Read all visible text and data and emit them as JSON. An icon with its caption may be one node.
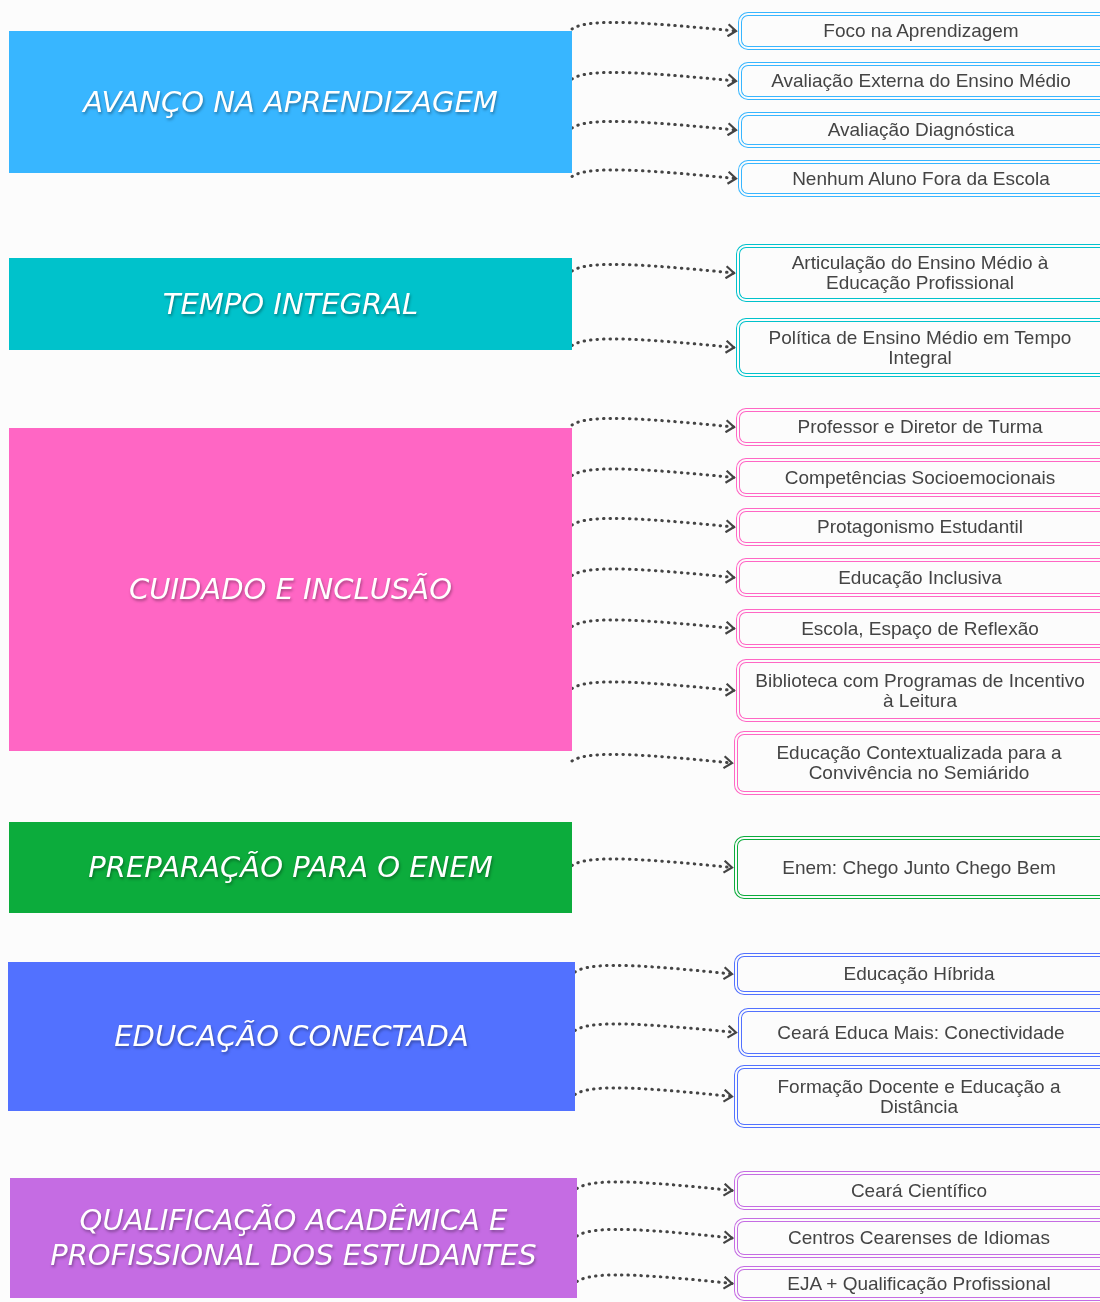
{
  "diagram": {
    "nodes": [
      {
        "text": [
          "AVANÇO NA APRENDIZAGEM"
        ]
      },
      {
        "text": [
          "Foco na Aprendizagem"
        ]
      },
      {
        "text": [
          "Avaliação Externa do Ensino Médio"
        ]
      },
      {
        "text": [
          "Avaliação Diagnóstica"
        ]
      },
      {
        "text": [
          "Nenhum Aluno Fora da Escola"
        ]
      },
      {
        "text": [
          "TEMPO INTEGRAL"
        ]
      },
      {
        "text": [
          "Articulação do Ensino Médio à Educação Profissional"
        ]
      },
      {
        "text": [
          "Política de Ensino Médio em Tempo Integral"
        ]
      },
      {
        "text": [
          "CUIDADO E INCLUSÃO"
        ]
      },
      {
        "text": [
          "Professor e Diretor de Turma"
        ]
      },
      {
        "text": [
          "Competências Socioemocionais"
        ]
      },
      {
        "text": [
          "Protagonismo Estudantil"
        ]
      },
      {
        "text": [
          "Educação Inclusiva"
        ]
      },
      {
        "text": [
          "Escola, Espaço de Reflexão"
        ]
      },
      {
        "text": [
          "Biblioteca com Programas de Incentivo à Leitura"
        ]
      },
      {
        "text": [
          "Educação Contextualizada para a Convivência no Semiárido"
        ]
      },
      {
        "text": [
          "PREPARAÇÃO PARA O ENEM"
        ]
      },
      {
        "text": [
          "Enem: Chego Junto Chego Bem"
        ]
      },
      {
        "text": [
          "EDUCAÇÃO CONECTADA"
        ]
      },
      {
        "text": [
          "Educação Híbrida"
        ]
      },
      {
        "text": [
          "Ceará Educa Mais: Conectividade"
        ]
      },
      {
        "text": [
          "Formação Docente e Educação a Distância"
        ]
      },
      {
        "text": [
          "QUALIFICAÇÃO ACADÊMICA E PROFISSIONAL DOS ESTUDANTES"
        ]
      },
      {
        "text": [
          "Ceará Científico"
        ]
      },
      {
        "text": [
          "Centros Cearenses de Idiomas"
        ]
      },
      {
        "text": [
          "EJA + Qualificação Profissional"
        ]
      }
    ],
    "edges": [
      {
        "from": 0,
        "to": 1,
        "arrow": "to",
        "style": "dashed"
      },
      {
        "from": 0,
        "to": 2,
        "arrow": "to",
        "style": "dashed"
      },
      {
        "from": 0,
        "to": 3,
        "arrow": "to",
        "style": "dashed"
      },
      {
        "from": 0,
        "to": 4,
        "arrow": "to",
        "style": "dashed"
      },
      {
        "from": 5,
        "to": 6,
        "arrow": "to",
        "style": "dashed"
      },
      {
        "from": 5,
        "to": 7,
        "arrow": "to",
        "style": "dashed"
      },
      {
        "from": 8,
        "to": 9,
        "arrow": "to",
        "style": "dashed"
      },
      {
        "from": 8,
        "to": 10,
        "arrow": "to",
        "style": "dashed"
      },
      {
        "from": 8,
        "to": 11,
        "arrow": "to",
        "style": "dashed"
      },
      {
        "from": 8,
        "to": 12,
        "arrow": "to",
        "style": "dashed"
      },
      {
        "from": 8,
        "to": 13,
        "arrow": "to",
        "style": "dashed"
      },
      {
        "from": 8,
        "to": 14,
        "arrow": "to",
        "style": "dashed"
      },
      {
        "from": 8,
        "to": 15,
        "arrow": "to",
        "style": "dashed"
      },
      {
        "from": 16,
        "to": 17,
        "arrow": "to",
        "style": "dashed"
      },
      {
        "from": 18,
        "to": 19,
        "arrow": "to",
        "style": "dashed"
      },
      {
        "from": 18,
        "to": 20,
        "arrow": "to",
        "style": "dashed"
      },
      {
        "from": 18,
        "to": 21,
        "arrow": "to",
        "style": "dashed"
      },
      {
        "from": 22,
        "to": 23,
        "arrow": "to",
        "style": "dashed"
      },
      {
        "from": 22,
        "to": 24,
        "arrow": "to",
        "style": "dashed"
      },
      {
        "from": 22,
        "to": 25,
        "arrow": "to",
        "style": "dashed"
      }
    ]
  }
}
